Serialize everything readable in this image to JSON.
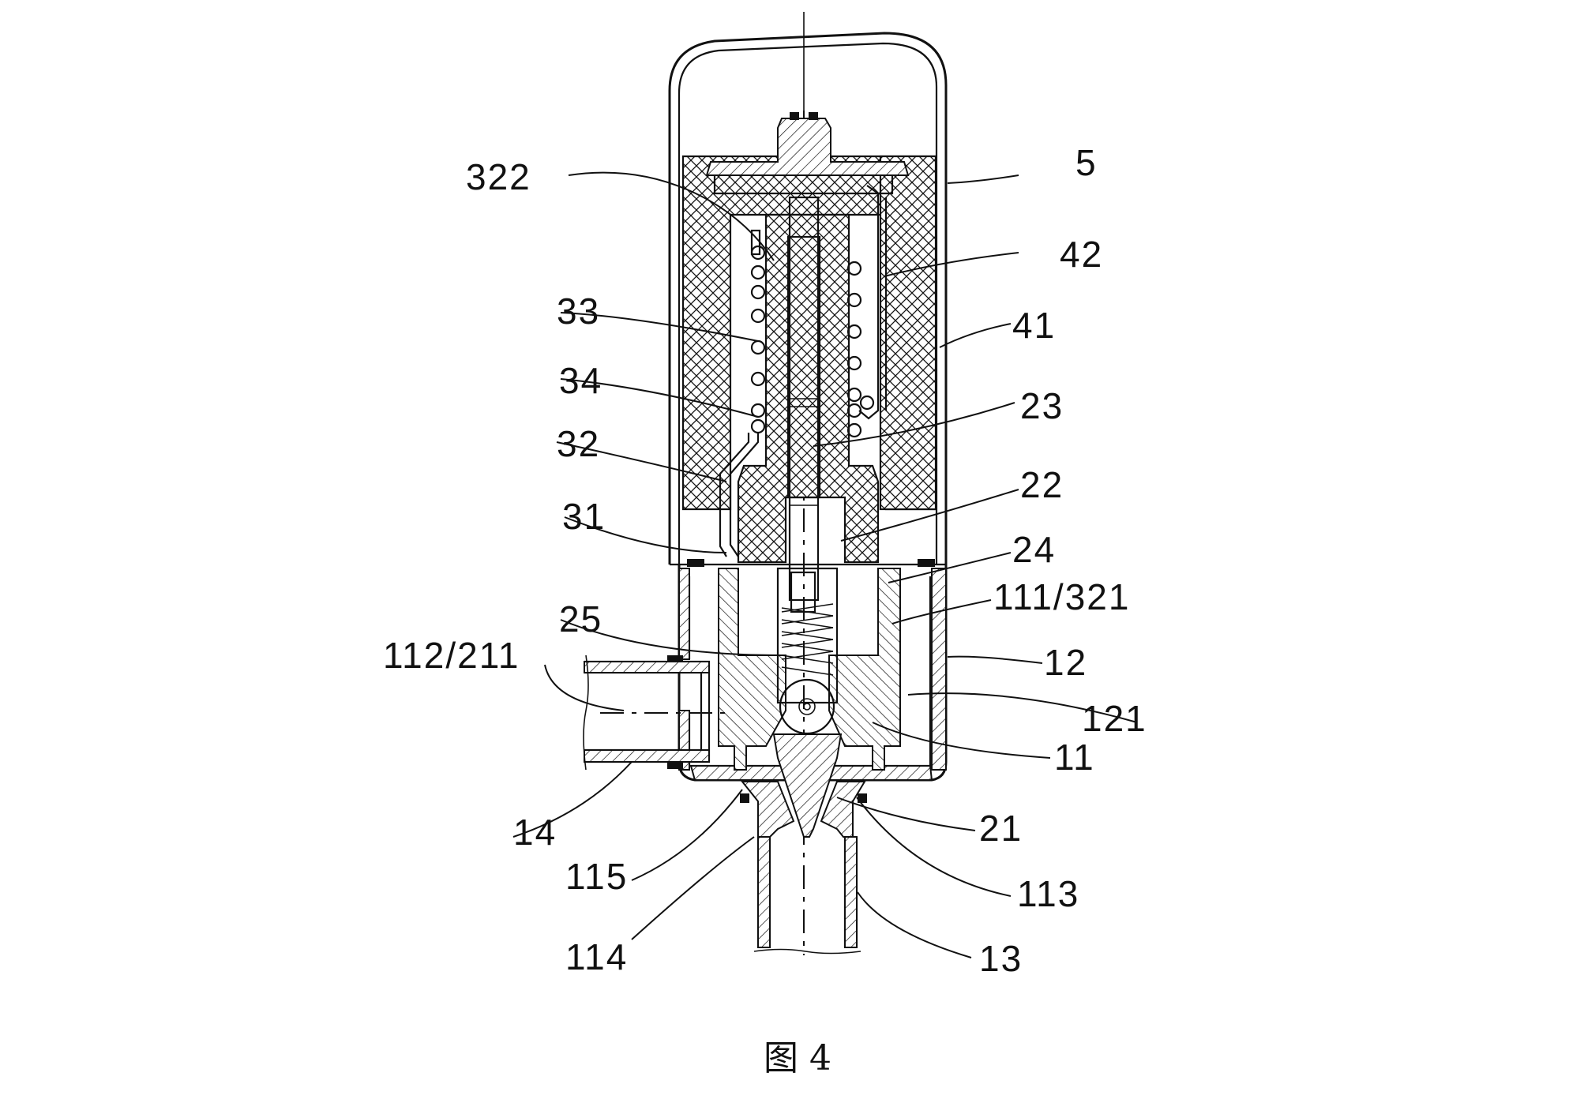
{
  "caption": "图 4",
  "labels": [
    {
      "id": "322",
      "text": "322"
    },
    {
      "id": "5",
      "text": "5"
    },
    {
      "id": "42",
      "text": "42"
    },
    {
      "id": "33",
      "text": "33"
    },
    {
      "id": "41",
      "text": "41"
    },
    {
      "id": "34",
      "text": "34"
    },
    {
      "id": "23",
      "text": "23"
    },
    {
      "id": "32",
      "text": "32"
    },
    {
      "id": "22",
      "text": "22"
    },
    {
      "id": "31",
      "text": "31"
    },
    {
      "id": "24",
      "text": "24"
    },
    {
      "id": "111-321",
      "text": "111/321"
    },
    {
      "id": "25",
      "text": "25"
    },
    {
      "id": "112-211",
      "text": "112/211"
    },
    {
      "id": "12",
      "text": "12"
    },
    {
      "id": "121",
      "text": "121"
    },
    {
      "id": "11",
      "text": "11"
    },
    {
      "id": "14",
      "text": "14"
    },
    {
      "id": "21",
      "text": "21"
    },
    {
      "id": "115",
      "text": "115"
    },
    {
      "id": "113",
      "text": "113"
    },
    {
      "id": "114",
      "text": "114"
    },
    {
      "id": "13",
      "text": "13"
    }
  ]
}
